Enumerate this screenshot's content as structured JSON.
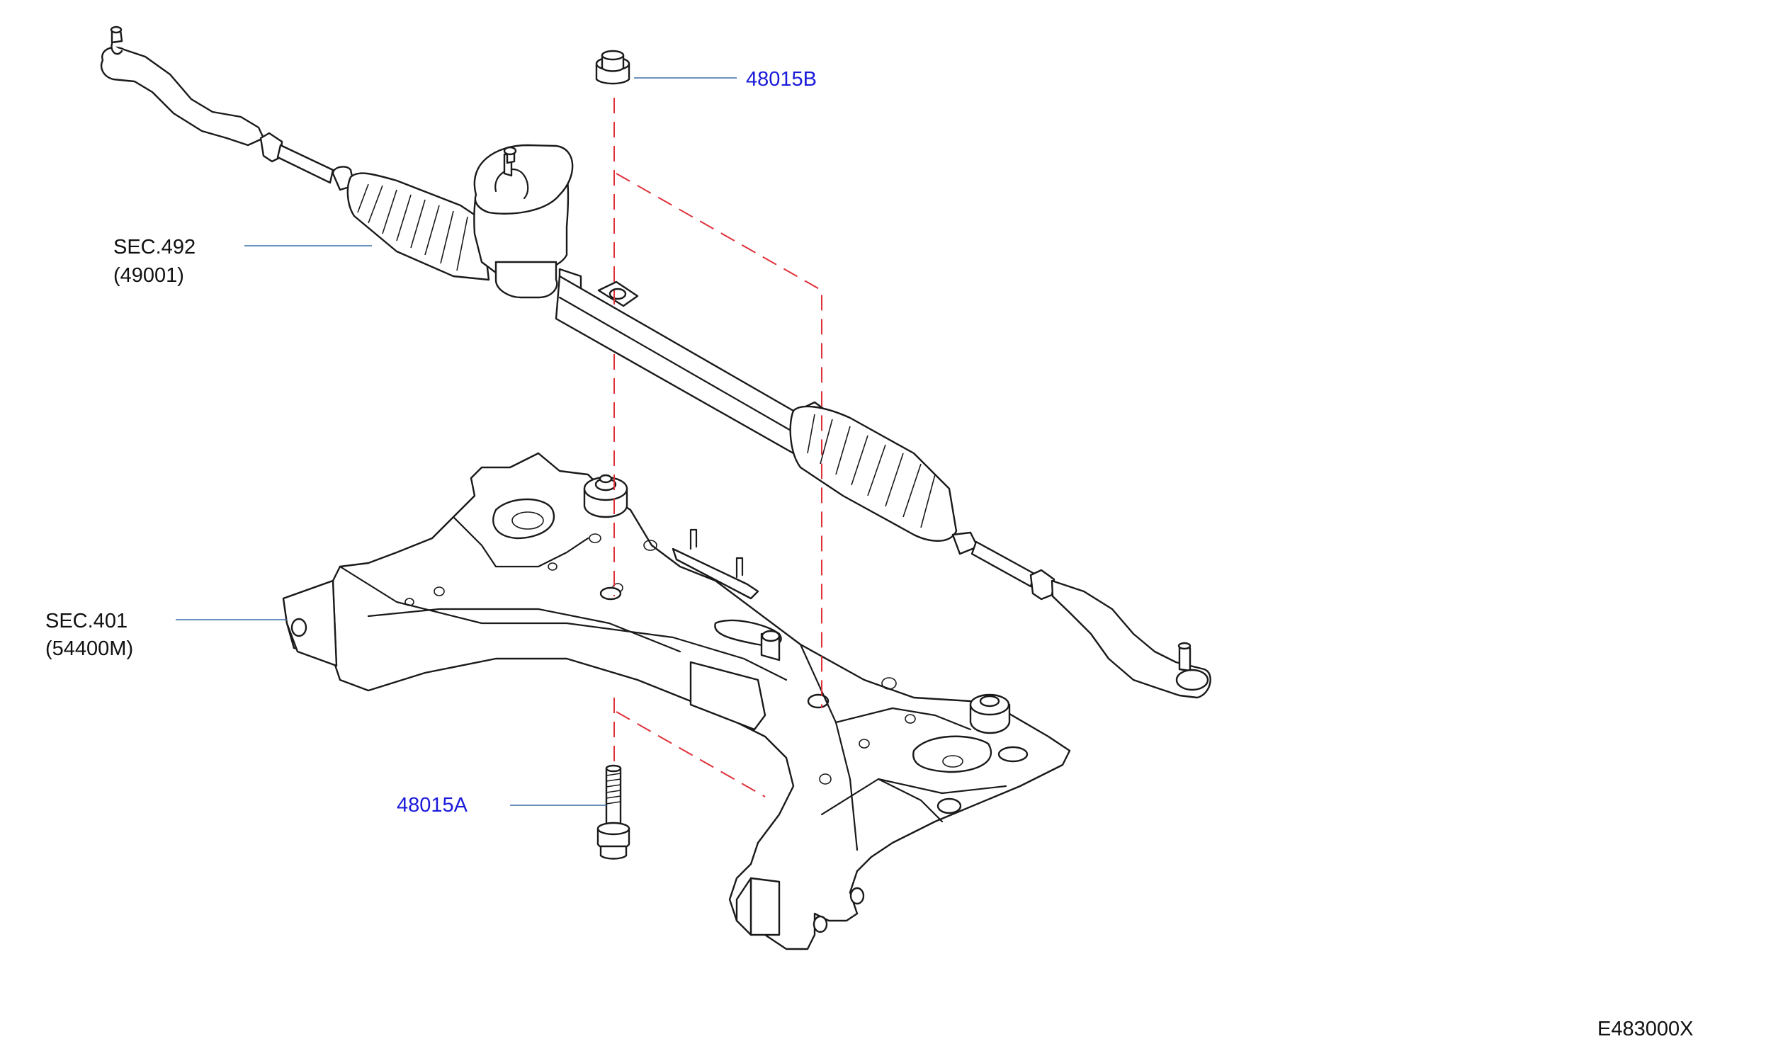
{
  "diagram_code": "E483000X",
  "colors": {
    "link": "#1a1adb",
    "leader": "#3a6fa8",
    "dash": "#e0303a",
    "line": "#1a1a1a"
  },
  "callouts": [
    {
      "id": "nut",
      "text": "48015B",
      "link": true
    },
    {
      "id": "bolt",
      "text": "48015A",
      "link": true
    },
    {
      "id": "rack",
      "lines": [
        "SEC.492",
        "(49001)"
      ],
      "link": false
    },
    {
      "id": "member",
      "lines": [
        "SEC.401",
        "(54400M)"
      ],
      "link": false
    }
  ]
}
